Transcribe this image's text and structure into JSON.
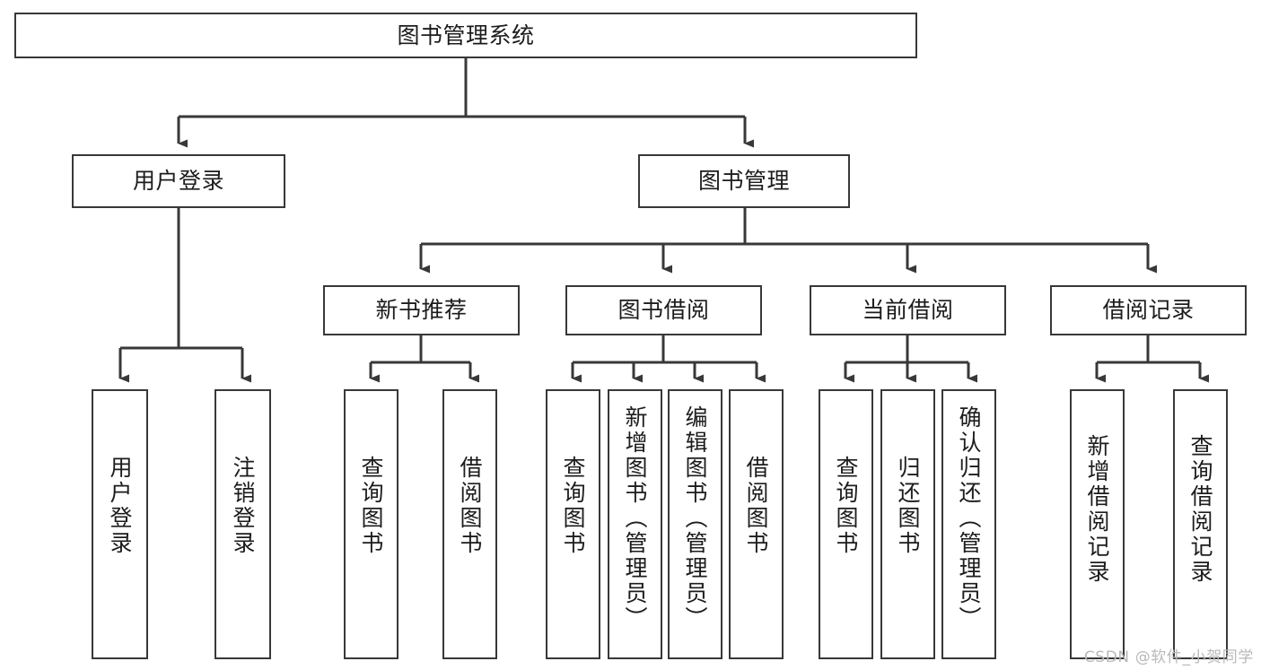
{
  "diagram": {
    "title": "图书管理系统",
    "type": "tree-hierarchy-chart",
    "watermark": "CSDN @软件_小贺同学",
    "colors": {
      "node_border": "#38383a",
      "node_fill": "#ffffff",
      "edge": "#38383a",
      "text": "#1c1c1c",
      "watermark": "#b9b9bb",
      "background": "#ffffff"
    }
  },
  "nodes": {
    "root": {
      "label": "图书管理系统"
    },
    "level2": [
      {
        "id": "user-login",
        "label": "用户登录"
      },
      {
        "id": "book-management",
        "label": "图书管理"
      }
    ],
    "level3": [
      {
        "id": "new-book-recommend",
        "label": "新书推荐"
      },
      {
        "id": "book-borrow",
        "label": "图书借阅"
      },
      {
        "id": "current-borrow",
        "label": "当前借阅"
      },
      {
        "id": "borrow-record",
        "label": "借阅记录"
      }
    ],
    "leaves": [
      {
        "id": "leaf-user-login",
        "label": "用户登录"
      },
      {
        "id": "leaf-logout-login",
        "label": "注销登录"
      },
      {
        "id": "leaf-query-book-1",
        "label": "查询图书"
      },
      {
        "id": "leaf-borrow-book-1",
        "label": "借阅图书"
      },
      {
        "id": "leaf-query-book-2",
        "label": "查询图书"
      },
      {
        "id": "leaf-add-book-admin",
        "label": "新增图书（管理员）"
      },
      {
        "id": "leaf-edit-book-admin",
        "label": "编辑图书（管理员）"
      },
      {
        "id": "leaf-borrow-book-2",
        "label": "借阅图书"
      },
      {
        "id": "leaf-query-book-3",
        "label": "查询图书"
      },
      {
        "id": "leaf-return-book",
        "label": "归还图书"
      },
      {
        "id": "leaf-confirm-return-admin",
        "label": "确认归还（管理员）"
      },
      {
        "id": "leaf-add-borrow-record",
        "label": "新增借阅记录"
      },
      {
        "id": "leaf-query-borrow-record",
        "label": "查询借阅记录"
      }
    ]
  },
  "chart_data": {
    "type": "tree",
    "title": "图书管理系统",
    "root": "图书管理系统",
    "edges": [
      {
        "from": "图书管理系统",
        "to": "用户登录"
      },
      {
        "from": "图书管理系统",
        "to": "图书管理"
      },
      {
        "from": "用户登录",
        "to": "用户登录 (leaf)"
      },
      {
        "from": "用户登录",
        "to": "注销登录"
      },
      {
        "from": "图书管理",
        "to": "新书推荐"
      },
      {
        "from": "图书管理",
        "to": "图书借阅"
      },
      {
        "from": "图书管理",
        "to": "当前借阅"
      },
      {
        "from": "图书管理",
        "to": "借阅记录"
      },
      {
        "from": "新书推荐",
        "to": "查询图书"
      },
      {
        "from": "新书推荐",
        "to": "借阅图书"
      },
      {
        "from": "图书借阅",
        "to": "查询图书"
      },
      {
        "from": "图书借阅",
        "to": "新增图书（管理员）"
      },
      {
        "from": "图书借阅",
        "to": "编辑图书（管理员）"
      },
      {
        "from": "图书借阅",
        "to": "借阅图书"
      },
      {
        "from": "当前借阅",
        "to": "查询图书"
      },
      {
        "from": "当前借阅",
        "to": "归还图书"
      },
      {
        "from": "当前借阅",
        "to": "确认归还（管理员）"
      },
      {
        "from": "借阅记录",
        "to": "新增借阅记录"
      },
      {
        "from": "借阅记录",
        "to": "查询借阅记录"
      }
    ],
    "levels": 4
  }
}
